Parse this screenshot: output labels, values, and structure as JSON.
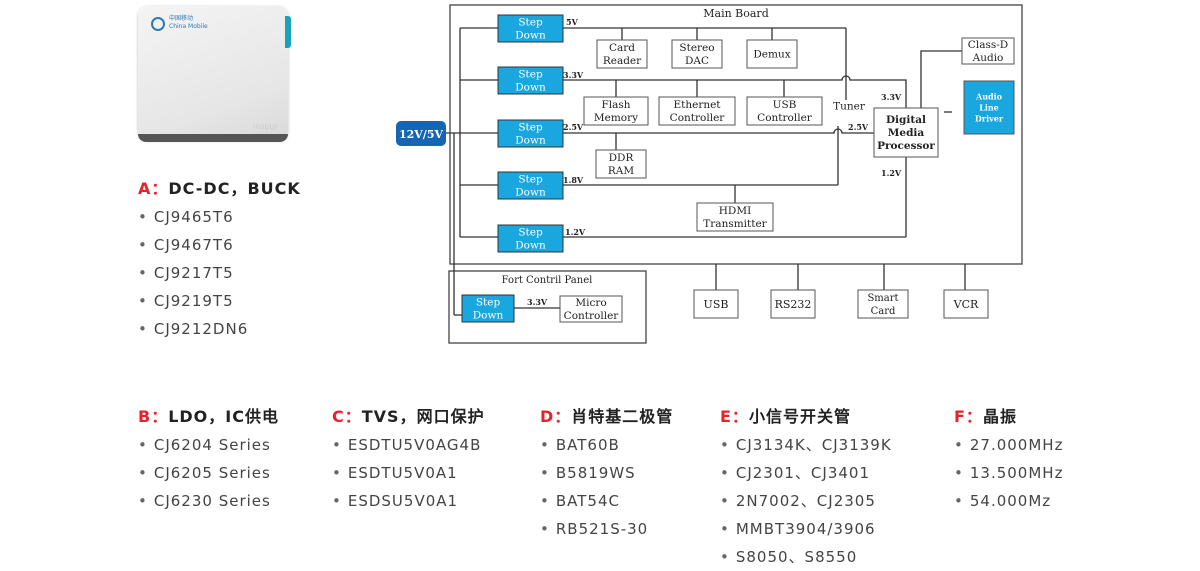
{
  "product": {
    "brand_cn": "中国移动",
    "brand_en": "China Mobile",
    "maker_mark": "inspur"
  },
  "diagram": {
    "main_board_label": "Main Board",
    "input_label": "12V/5V",
    "step_down_label_line1": "Step",
    "step_down_label_line2": "Down",
    "rails": [
      {
        "voltage": "5V"
      },
      {
        "voltage": "3.3V"
      },
      {
        "voltage": "2.5V"
      },
      {
        "voltage": "1.8V"
      },
      {
        "voltage": "1.2V"
      }
    ],
    "blocks": {
      "card_reader": [
        "Card",
        "Reader"
      ],
      "stereo_dac": [
        "Stereo",
        "DAC"
      ],
      "demux": [
        "Demux"
      ],
      "flash_memory": [
        "Flash",
        "Memory"
      ],
      "ethernet_controller": [
        "Ethernet",
        "Controller"
      ],
      "usb_controller": [
        "USB",
        "Controller"
      ],
      "tuner": [
        "Tuner"
      ],
      "ddr_ram": [
        "DDR",
        "RAM"
      ],
      "hdmi_transmitter": [
        "HDMI",
        "Transmitter"
      ],
      "digital_media_processor": [
        "Digital",
        "Media",
        "Processor"
      ],
      "class_d_audio": [
        "Class-D",
        "Audio"
      ],
      "audio_line_driver": [
        "Audio",
        "Line",
        "Driver"
      ],
      "micro_controller": [
        "Micro",
        "Controller"
      ]
    },
    "dmp_labels": {
      "v33": "3.3V",
      "v25": "2.5V",
      "v12": "1.2V"
    },
    "front_panel": {
      "title": "Fort Contril Panel",
      "voltage": "3.3V"
    },
    "ports": [
      {
        "lines": [
          "USB"
        ]
      },
      {
        "lines": [
          "RS232"
        ]
      },
      {
        "lines": [
          "Smart",
          "Card"
        ]
      },
      {
        "lines": [
          "VCR"
        ]
      }
    ],
    "colors": {
      "accent": "#1aa7e0",
      "input": "#1565b5",
      "line": "#333333"
    }
  },
  "categories": [
    {
      "letter": "A",
      "sep": "：",
      "title": "DC-DC，BUCK",
      "items": [
        "CJ9465T6",
        "CJ9467T6",
        "CJ9217T5",
        "CJ9219T5",
        "CJ9212DN6"
      ]
    },
    {
      "letter": "B",
      "sep": "：",
      "title": "LDO，IC供电",
      "items": [
        "CJ6204 Series",
        "CJ6205 Series",
        "CJ6230 Series"
      ]
    },
    {
      "letter": "C",
      "sep": "：",
      "title": "TVS，网口保护",
      "items": [
        "ESDTU5V0AG4B",
        "ESDTU5V0A1",
        "ESDSU5V0A1"
      ]
    },
    {
      "letter": "D",
      "sep": "：",
      "title": "肖特基二极管",
      "items": [
        "BAT60B",
        "B5819WS",
        "BAT54C",
        "RB521S-30"
      ]
    },
    {
      "letter": "E",
      "sep": "：",
      "title": "小信号开关管",
      "items": [
        "CJ3134K、CJ3139K",
        "CJ2301、CJ3401",
        "2N7002、CJ2305",
        "MMBT3904/3906",
        "S8050、S8550"
      ]
    },
    {
      "letter": "F",
      "sep": "：",
      "title": "晶振",
      "items": [
        "27.000MHz",
        "13.500MHz",
        "54.000Mz"
      ]
    }
  ]
}
